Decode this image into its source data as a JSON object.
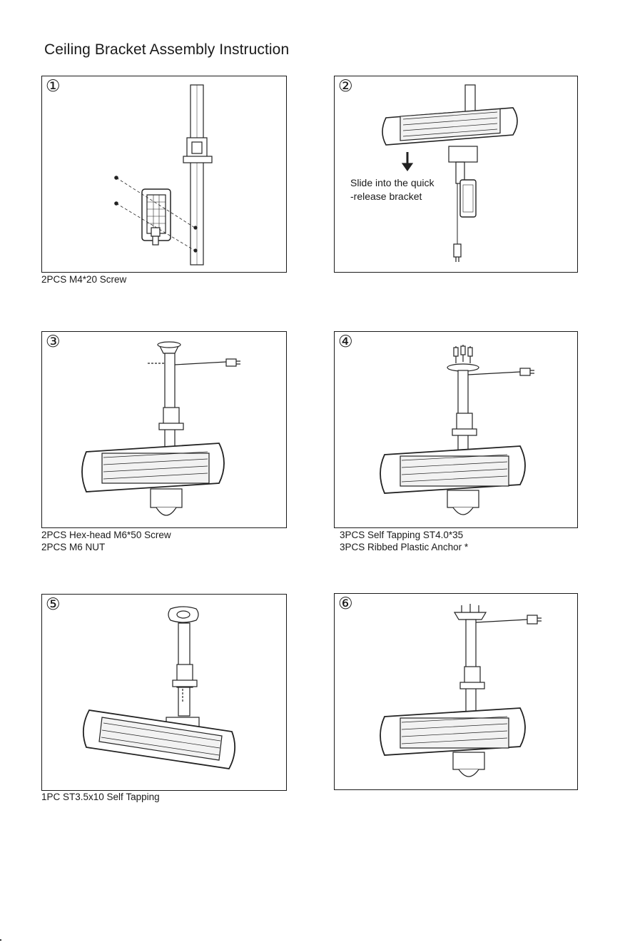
{
  "page": {
    "title": "Ceiling Bracket Assembly Instruction"
  },
  "steps": [
    {
      "number": "①",
      "captions": [
        "2PCS M4*20 Screw"
      ]
    },
    {
      "number": "②",
      "captions": [],
      "callout": "Slide into the quick\n-release bracket"
    },
    {
      "number": "③",
      "captions": [
        "2PCS Hex-head M6*50 Screw",
        "2PCS M6 NUT"
      ]
    },
    {
      "number": "④",
      "captions": [
        "3PCS Self Tapping ST4.0*35",
        "3PCS Ribbed Plastic Anchor *"
      ]
    },
    {
      "number": "⑤",
      "captions": [
        "1PC ST3.5x10 Self Tapping"
      ]
    },
    {
      "number": "⑥",
      "captions": []
    }
  ]
}
